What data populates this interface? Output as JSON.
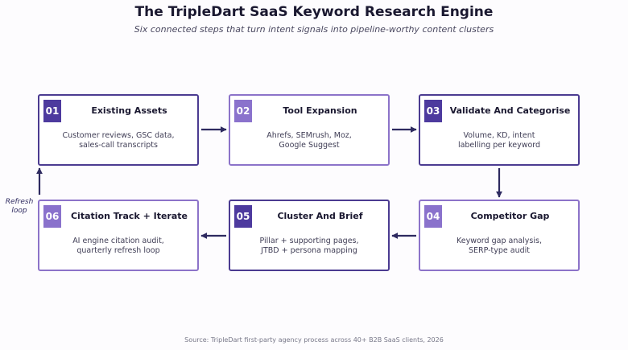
{
  "title": "The TripleDart SaaS Keyword Research Engine",
  "subtitle": "Six connected steps that turn intent signals into pipeline-worthy content clusters",
  "steps": [
    {
      "num": "01",
      "title": "Existing Assets",
      "desc": "Customer reviews, GSC data,\nsales-call transcripts",
      "style": "dark"
    },
    {
      "num": "02",
      "title": "Tool Expansion",
      "desc": "Ahrefs, SEMrush, Moz,\nGoogle Suggest",
      "style": "light"
    },
    {
      "num": "03",
      "title": "Validate And Categorise",
      "desc": "Volume, KD, intent\nlabelling per keyword",
      "style": "dark"
    },
    {
      "num": "04",
      "title": "Competitor Gap",
      "desc": "Keyword gap analysis,\nSERP-type audit",
      "style": "light"
    },
    {
      "num": "05",
      "title": "Cluster And Brief",
      "desc": "Pillar + supporting pages,\nJTBD + persona mapping",
      "style": "dark"
    },
    {
      "num": "06",
      "title": "Citation Track + Iterate",
      "desc": "AI engine citation audit,\nquarterly refresh loop",
      "style": "light"
    }
  ],
  "loop_label": "Refresh\nloop",
  "source": "Source: TripleDart first-party agency process across 40+ B2B SaaS clients, 2026",
  "colors": {
    "dark": "#4b3b91",
    "light": "#8c73c9",
    "arrow": "#2e2a60"
  }
}
